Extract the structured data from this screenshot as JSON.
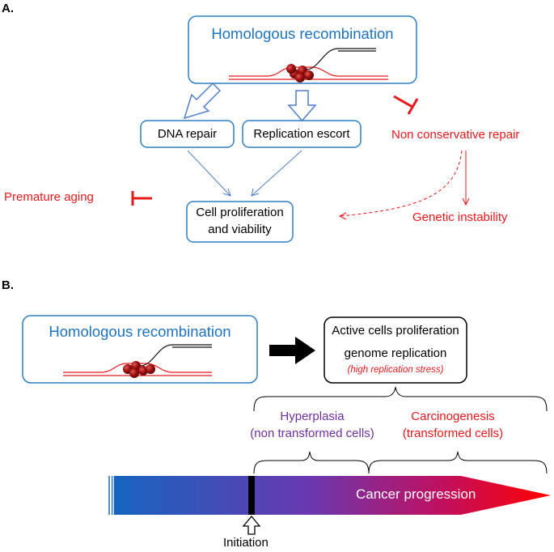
{
  "panel_a": {
    "label": "A.",
    "hr_title": "Homologous recombination",
    "dna_repair": "DNA repair",
    "replication_escort": "Replication escort",
    "non_conservative": "Non conservative repair",
    "premature_aging": "Premature aging",
    "cell_prolif_line1": "Cell proliferation",
    "cell_prolif_line2": "and viability",
    "genetic_instability": "Genetic instability"
  },
  "panel_b": {
    "label": "B.",
    "hr_title": "Homologous recombination",
    "active_line1": "Active cells proliferation",
    "active_line2": "genome replication",
    "active_line3": "(high replication stress)",
    "hyperplasia_line1": "Hyperplasia",
    "hyperplasia_line2": "(non transformed cells)",
    "carcinogenesis_line1": "Carcinogenesis",
    "carcinogenesis_line2": "(transformed cells)",
    "cancer_progression": "Cancer progression",
    "initiation": "Initiation"
  },
  "colors": {
    "blue_text": "#1e73be",
    "box_blue": "#2e7fc4",
    "red": "#e8191c",
    "purple": "#7030a0",
    "bead": "#8b0f0f",
    "arrow_blue": "#4f7fc8",
    "gradient_start": "#1565c0",
    "gradient_mid": "#7b2fa0",
    "gradient_end": "#ff0000"
  }
}
